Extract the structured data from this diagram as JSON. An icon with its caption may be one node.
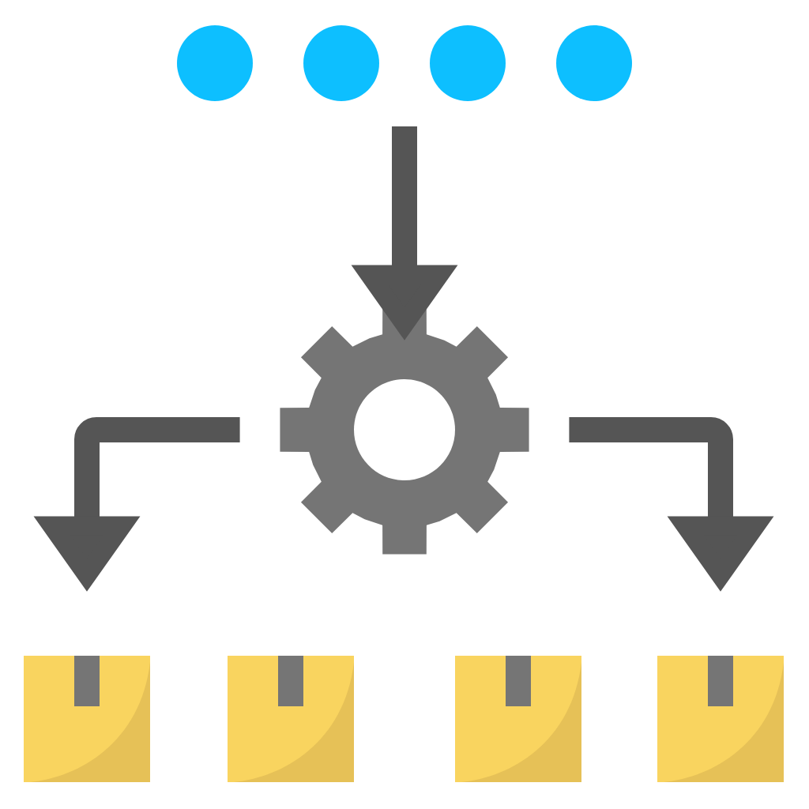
{
  "diagram": {
    "nodes": [
      {
        "text": [],
        "shape": "circle"
      },
      {
        "text": [],
        "shape": "circle"
      },
      {
        "text": [],
        "shape": "circle"
      },
      {
        "text": [],
        "shape": "circle"
      },
      {
        "text": [],
        "shape": "gear"
      },
      {
        "text": [],
        "shape": "box"
      },
      {
        "text": [],
        "shape": "box"
      },
      {
        "text": [],
        "shape": "box"
      },
      {
        "text": [],
        "shape": "box"
      }
    ],
    "edges": [
      {
        "from": null,
        "to": 4,
        "arrow": "to"
      },
      {
        "from": 4,
        "to": 5,
        "arrow": "to"
      },
      {
        "from": 4,
        "to": 8,
        "arrow": "to"
      }
    ]
  }
}
